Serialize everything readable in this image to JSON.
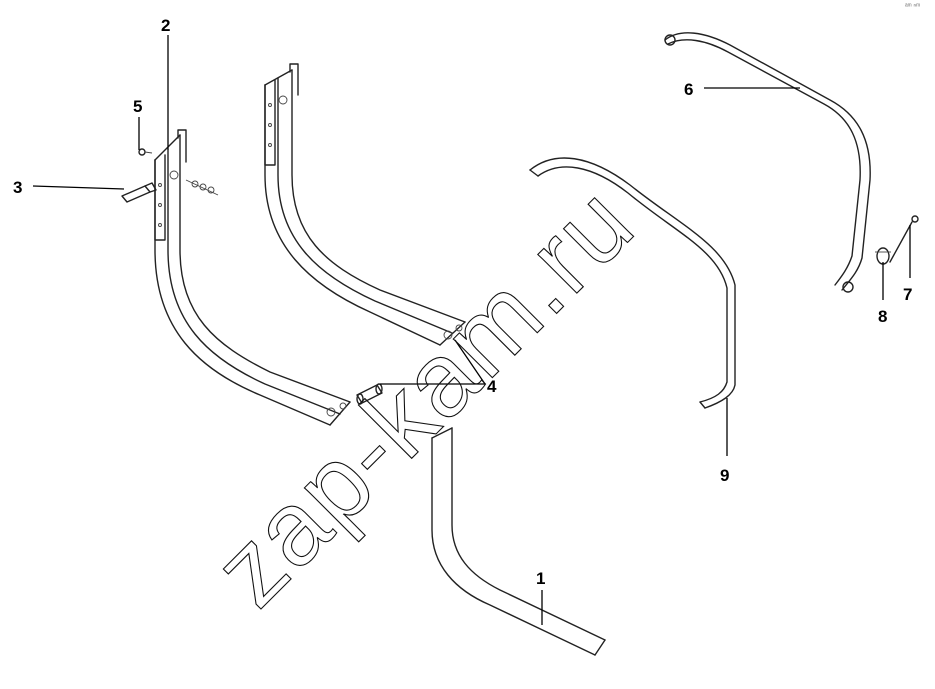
{
  "diagram": {
    "callouts": {
      "c1": "1",
      "c2": "2",
      "c3": "3",
      "c4": "4",
      "c5": "5",
      "c6": "6",
      "c7": "7",
      "c8": "8",
      "c9": "9"
    },
    "watermark": "zap-kam.ru",
    "corner_mark": "ᵃᵐ ⁿᵐ"
  }
}
